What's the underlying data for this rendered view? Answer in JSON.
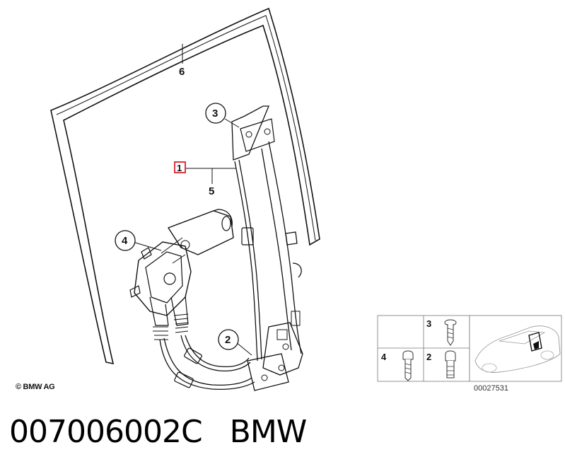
{
  "diagram": {
    "callouts": {
      "glass": "6",
      "mount_bracket": "3",
      "regulator_highlight": "1",
      "cable": "5",
      "motor": "4",
      "guide_bottom": "2"
    },
    "copyright": "© BMW AG",
    "legend": {
      "items": {
        "screw_tag": "3",
        "bolt_tag": "4",
        "nut_tag": "2"
      },
      "ref_number": "00027531"
    },
    "highlight_color": "#d9232e"
  },
  "footer": {
    "part_number": "007006002C",
    "brand": "BMW"
  }
}
